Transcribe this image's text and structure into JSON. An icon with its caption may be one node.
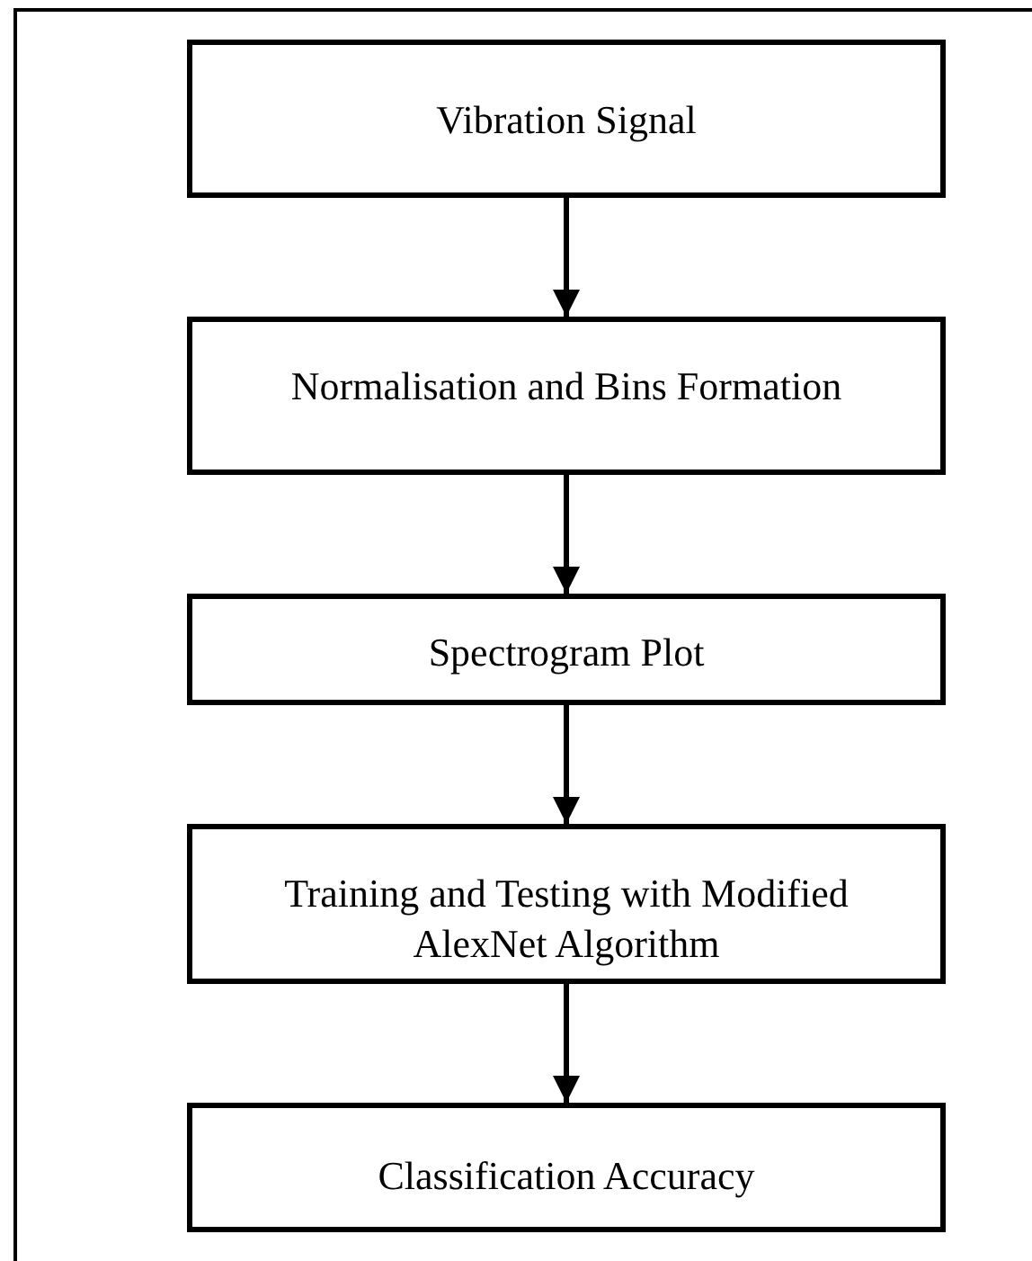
{
  "diagram": {
    "nodes": [
      {
        "text": [
          "Vibration Signal"
        ]
      },
      {
        "text": [
          "Normalisation and Bins Formation"
        ]
      },
      {
        "text": [
          "Spectrogram Plot"
        ]
      },
      {
        "text": [
          "Training and Testing with Modified AlexNet Algorithm"
        ]
      },
      {
        "text": [
          "Classification Accuracy"
        ]
      }
    ],
    "edges": [
      {
        "from": 0,
        "to": 1,
        "arrow": "to"
      },
      {
        "from": 1,
        "to": 2,
        "arrow": "to"
      },
      {
        "from": 2,
        "to": 3,
        "arrow": "to"
      },
      {
        "from": 3,
        "to": 4,
        "arrow": "to"
      }
    ]
  }
}
